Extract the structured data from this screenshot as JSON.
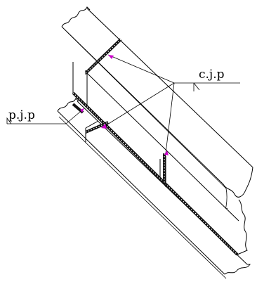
{
  "labels": {
    "complete_joint": "c.j.p",
    "partial_joint": "p.j.p"
  },
  "colors": {
    "line": "#000000",
    "weld": "#111111",
    "arrowhead": "#cc00cc",
    "background": "#ffffff"
  },
  "icons": {
    "weld_symbol_reference_right": "flag-bracket",
    "weld_symbol_reference_left": "flag-bracket"
  }
}
